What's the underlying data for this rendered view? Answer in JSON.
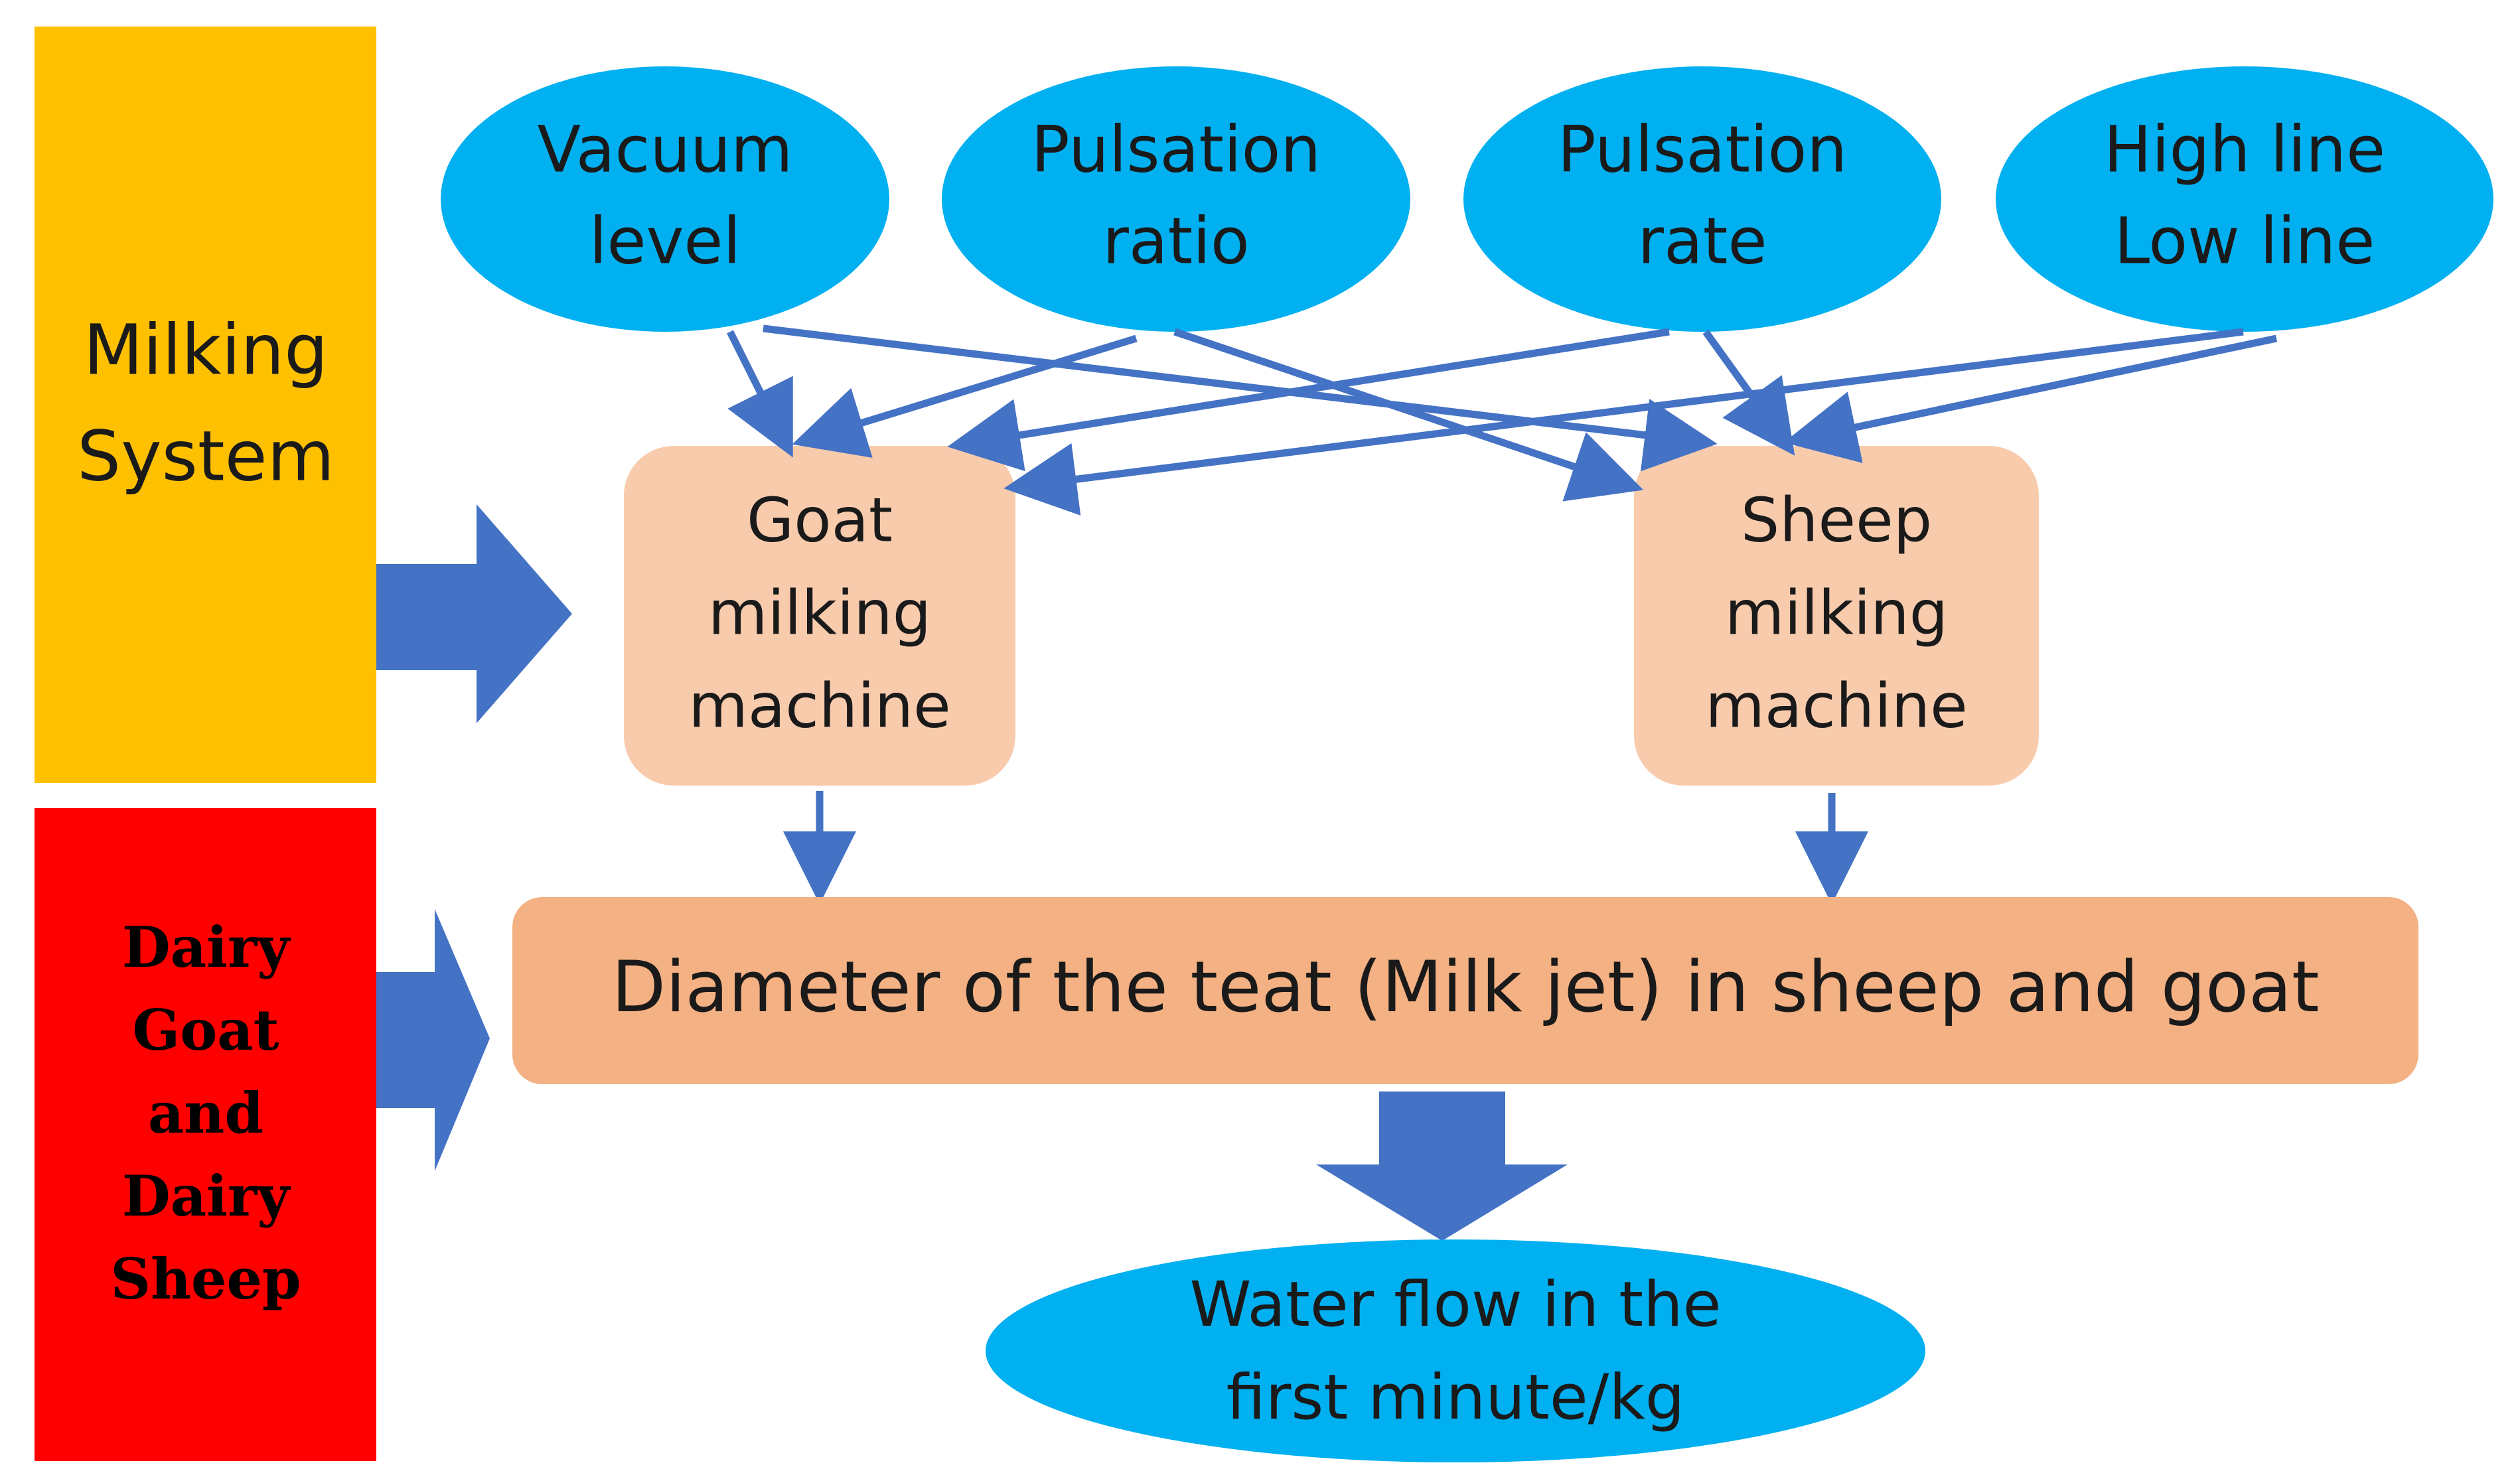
{
  "colors": {
    "ellipse_fill": "#00b0f0",
    "machine_box_fill": "#f8cbad",
    "diameter_box_fill": "#f4b183",
    "milking_system_fill": "#ffc000",
    "dairy_fill": "#ff0000",
    "arrow": "#4472c4"
  },
  "parameters": [
    {
      "line1": "Vacuum",
      "line2": "level"
    },
    {
      "line1": "Pulsation",
      "line2": "ratio"
    },
    {
      "line1": "Pulsation",
      "line2": "rate"
    },
    {
      "line1": "High line",
      "line2": "Low line"
    }
  ],
  "side_panels": {
    "milking_system": {
      "line1": "Milking",
      "line2": "System"
    },
    "dairy": {
      "lines": [
        "Dairy",
        "Goat",
        "and",
        "Dairy",
        "Sheep"
      ]
    }
  },
  "machines": {
    "goat": {
      "lines": [
        "Goat",
        "milking",
        "machine"
      ]
    },
    "sheep": {
      "lines": [
        "Sheep",
        "milking",
        "machine"
      ]
    }
  },
  "diameter_box": {
    "label": "Diameter of the teat (Milk jet) in sheep and goat"
  },
  "outcome": {
    "line1": "Water flow in the",
    "line2": "first minute/kg"
  }
}
